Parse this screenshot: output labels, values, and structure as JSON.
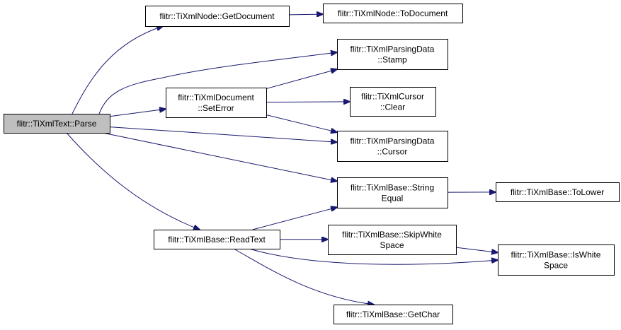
{
  "colors": {
    "edge": "#191970",
    "node_border": "#000000",
    "node_fill": "#ffffff",
    "root_fill": "#bfbfbf"
  },
  "nodes": [
    {
      "id": "parse",
      "lines": [
        "flitr::TiXmlText::Parse"
      ],
      "root": true
    },
    {
      "id": "getdocument",
      "lines": [
        "flitr::TiXmlNode::GetDocument"
      ]
    },
    {
      "id": "todocument",
      "lines": [
        "flitr::TiXmlNode::ToDocument"
      ]
    },
    {
      "id": "stamp",
      "lines": [
        "flitr::TiXmlParsingData",
        "::Stamp"
      ]
    },
    {
      "id": "seterror",
      "lines": [
        "flitr::TiXmlDocument",
        "::SetError"
      ]
    },
    {
      "id": "clear",
      "lines": [
        "flitr::TiXmlCursor",
        "::Clear"
      ]
    },
    {
      "id": "cursor",
      "lines": [
        "flitr::TiXmlParsingData",
        "::Cursor"
      ]
    },
    {
      "id": "stringequal",
      "lines": [
        "flitr::TiXmlBase::String",
        "Equal"
      ]
    },
    {
      "id": "tolower",
      "lines": [
        "flitr::TiXmlBase::ToLower"
      ]
    },
    {
      "id": "readtext",
      "lines": [
        "flitr::TiXmlBase::ReadText"
      ]
    },
    {
      "id": "skipwhite",
      "lines": [
        "flitr::TiXmlBase::SkipWhite",
        "Space"
      ]
    },
    {
      "id": "iswhite",
      "lines": [
        "flitr::TiXmlBase::IsWhite",
        "Space"
      ]
    },
    {
      "id": "getchar",
      "lines": [
        "flitr::TiXmlBase::GetChar"
      ]
    }
  ],
  "edges": [
    {
      "from": "parse",
      "to": "getdocument"
    },
    {
      "from": "parse",
      "to": "stamp"
    },
    {
      "from": "parse",
      "to": "seterror"
    },
    {
      "from": "parse",
      "to": "cursor"
    },
    {
      "from": "parse",
      "to": "stringequal"
    },
    {
      "from": "parse",
      "to": "readtext"
    },
    {
      "from": "getdocument",
      "to": "todocument"
    },
    {
      "from": "seterror",
      "to": "stamp"
    },
    {
      "from": "seterror",
      "to": "clear"
    },
    {
      "from": "seterror",
      "to": "cursor"
    },
    {
      "from": "stringequal",
      "to": "tolower"
    },
    {
      "from": "readtext",
      "to": "stringequal"
    },
    {
      "from": "readtext",
      "to": "skipwhite"
    },
    {
      "from": "readtext",
      "to": "iswhite"
    },
    {
      "from": "readtext",
      "to": "getchar"
    },
    {
      "from": "skipwhite",
      "to": "iswhite"
    }
  ]
}
